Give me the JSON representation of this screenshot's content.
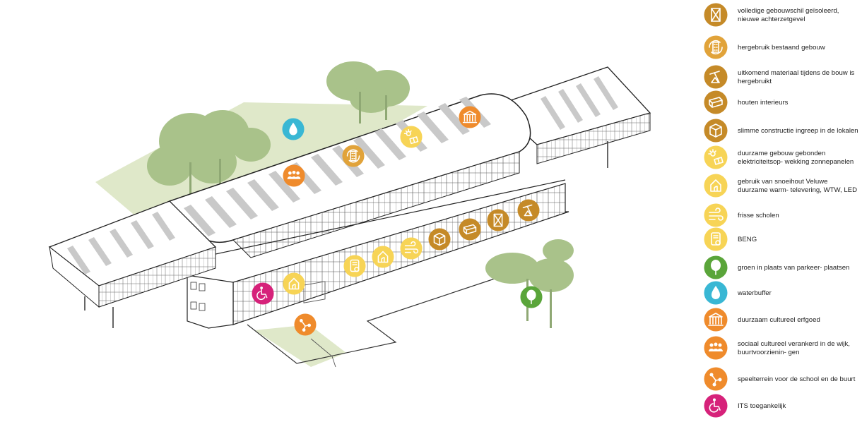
{
  "colors": {
    "bronze": "#c58a28",
    "gold": "#e1a33a",
    "yellow": "#f7d456",
    "orange": "#ef8b2c",
    "green": "#5aa53a",
    "blue": "#39b7d4",
    "pink": "#d6227a",
    "tree": "#a9c28a",
    "ground": "#dfe8c9",
    "stripe": "#c9c9c9"
  },
  "legend": [
    {
      "icon": "insulated-wall-icon",
      "color": "bronze",
      "label": "volledige gebouwschil geïsoleerd, nieuwe achterzetgevel"
    },
    {
      "icon": "reuse-building-icon",
      "color": "gold",
      "label": "hergebruik bestaand gebouw"
    },
    {
      "icon": "reused-material-icon",
      "color": "bronze",
      "label": "uitkomend materiaal tijdens de bouw is hergebruikt"
    },
    {
      "icon": "wood-interior-icon",
      "color": "bronze",
      "label": "houten interieurs"
    },
    {
      "icon": "smart-construction-icon",
      "color": "bronze",
      "label": "slimme constructie ingreep in de lokalen"
    },
    {
      "icon": "solar-panel-icon",
      "color": "yellow",
      "label": "duurzame gebouw gebonden elektriciteitsop- wekking zonnepanelen"
    },
    {
      "icon": "heat-network-icon",
      "color": "yellow",
      "label": "gebruik van snoeihout Veluwe duurzame warm- televering, WTW, LED"
    },
    {
      "icon": "fresh-air-icon",
      "color": "yellow",
      "label": "frisse scholen"
    },
    {
      "icon": "beng-certificate-icon",
      "color": "yellow",
      "label": "BENG"
    },
    {
      "icon": "tree-icon",
      "color": "green",
      "label": "groen in plaats van parkeer- plaatsen"
    },
    {
      "icon": "water-drop-icon",
      "color": "blue",
      "label": "waterbuffer"
    },
    {
      "icon": "heritage-building-icon",
      "color": "orange",
      "label": "duurzaam cultureel erfgoed"
    },
    {
      "icon": "community-icon",
      "color": "orange",
      "label": "sociaal cultureel verankerd in de wijk, buurtvoorzienin- gen"
    },
    {
      "icon": "playground-icon",
      "color": "orange",
      "label": "speelterrein voor de school en de buurt"
    },
    {
      "icon": "wheelchair-icon",
      "color": "pink",
      "label": "ITS toegankelijk"
    }
  ],
  "markers": [
    {
      "icon": "water-drop-icon",
      "color": "blue"
    },
    {
      "icon": "heritage-building-icon",
      "color": "orange"
    },
    {
      "icon": "solar-panel-icon",
      "color": "yellow"
    },
    {
      "icon": "reuse-building-icon",
      "color": "gold"
    },
    {
      "icon": "community-icon",
      "color": "orange"
    },
    {
      "icon": "reused-material-icon",
      "color": "bronze"
    },
    {
      "icon": "insulated-wall-icon",
      "color": "bronze"
    },
    {
      "icon": "wood-interior-icon",
      "color": "bronze"
    },
    {
      "icon": "smart-construction-icon",
      "color": "bronze"
    },
    {
      "icon": "fresh-air-icon",
      "color": "yellow"
    },
    {
      "icon": "heat-network-icon",
      "color": "yellow"
    },
    {
      "icon": "beng-certificate-icon",
      "color": "yellow"
    },
    {
      "icon": "heat-network-icon",
      "color": "yellow"
    },
    {
      "icon": "wheelchair-icon",
      "color": "pink"
    },
    {
      "icon": "playground-icon",
      "color": "orange"
    },
    {
      "icon": "tree-icon",
      "color": "green"
    }
  ]
}
